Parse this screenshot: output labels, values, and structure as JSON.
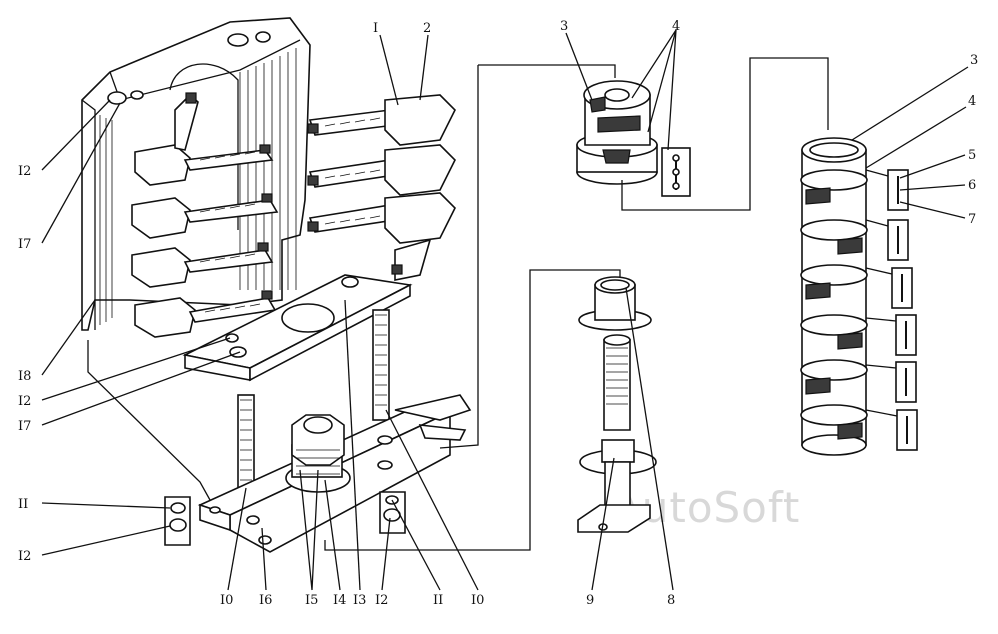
{
  "watermark": "AutoSoft",
  "callouts": {
    "c1": "I",
    "c2": "2",
    "c3a": "3",
    "c4a": "4",
    "c3b": "3",
    "c4b": "4",
    "c5": "5",
    "c6": "6",
    "c7": "7",
    "c12a": "I2",
    "c17a": "I7",
    "c18": "I8",
    "c12b": "I2",
    "c17b": "I7",
    "c11a": "II",
    "c12c": "I2",
    "c10a": "I0",
    "c16": "I6",
    "c15": "I5",
    "c14": "I4",
    "c13": "I3",
    "c12d": "I2",
    "c11b": "II",
    "c10b": "I0",
    "c9": "9",
    "c8": "8"
  }
}
